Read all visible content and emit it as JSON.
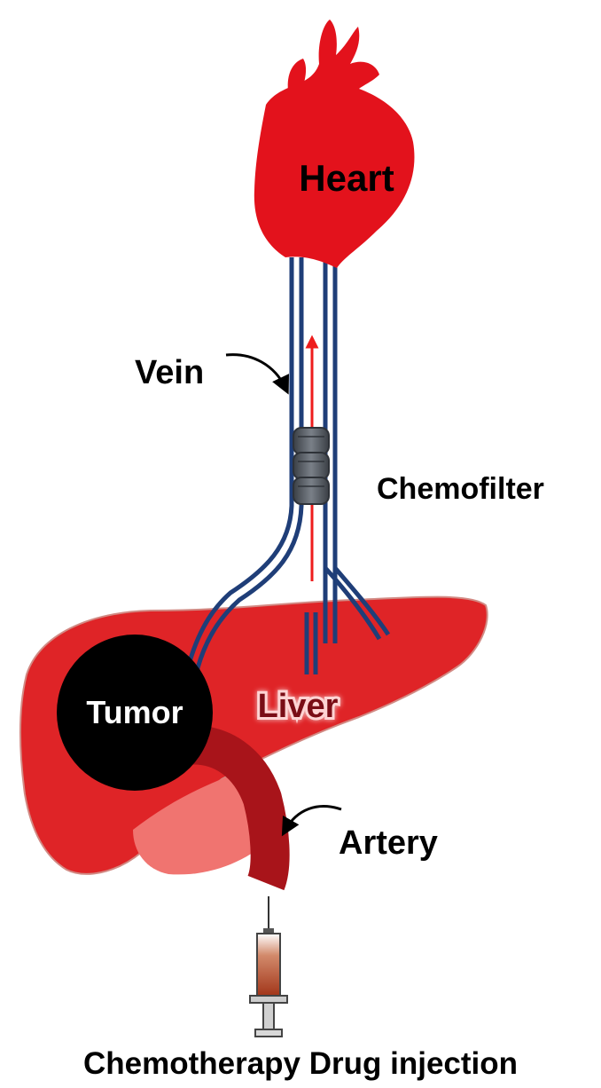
{
  "labels": {
    "heart": "Heart",
    "vein": "Vein",
    "chemofilter": "Chemofilter",
    "tumor": "Tumor",
    "liver": "Liver",
    "artery": "Artery",
    "caption": "Chemotherapy Drug injection"
  },
  "colors": {
    "heart": "#e3121c",
    "liver": "#df2427",
    "liver_lobe": "#f07470",
    "liver_outline": "#d28a84",
    "vein": "#1f3e78",
    "flow_arrow": "#ee1c1c",
    "filter": "#555b63",
    "tumor": "#000000",
    "artery": "#a8141a",
    "syringe_fluid": "#b4431f",
    "text": "#000000"
  },
  "icons": {
    "heart": "heart-organ-icon",
    "liver": "liver-organ-icon",
    "filter": "filter-cartridge-icon",
    "syringe": "syringe-icon",
    "pointer_arrow": "curved-arrow-icon"
  }
}
